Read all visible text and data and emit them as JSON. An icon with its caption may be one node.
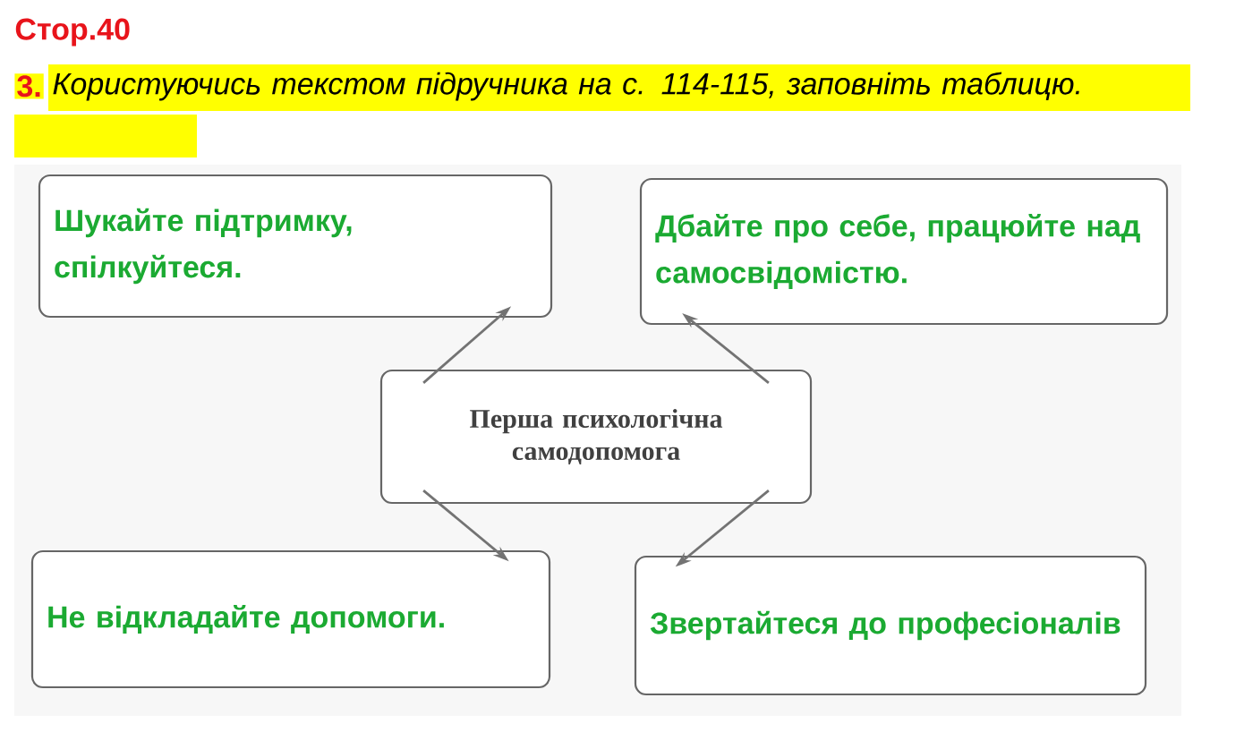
{
  "diagram": {
    "title": "Стор.40",
    "nodes": [
      {
        "text": [
          "Перша психологічна самодопомога"
        ]
      },
      {
        "text": [
          "Шукайте підтримку, спілкуйтеся."
        ]
      },
      {
        "text": [
          "Дбайте про себе, працюйте над самосвідомістю."
        ]
      },
      {
        "text": [
          "Не відкладайте допомоги."
        ]
      },
      {
        "text": [
          "Звертайтеся до професіоналів"
        ]
      }
    ],
    "edges": [
      {
        "from": 0,
        "to": 1,
        "arrow": "to"
      },
      {
        "from": 0,
        "to": 2,
        "arrow": "to"
      },
      {
        "from": 0,
        "to": 3,
        "arrow": "to"
      },
      {
        "from": 0,
        "to": 4,
        "arrow": "to"
      }
    ],
    "labels": [
      "3.",
      "Користуючись текстом підручника на с. 114-115, заповніть таблицю."
    ]
  }
}
